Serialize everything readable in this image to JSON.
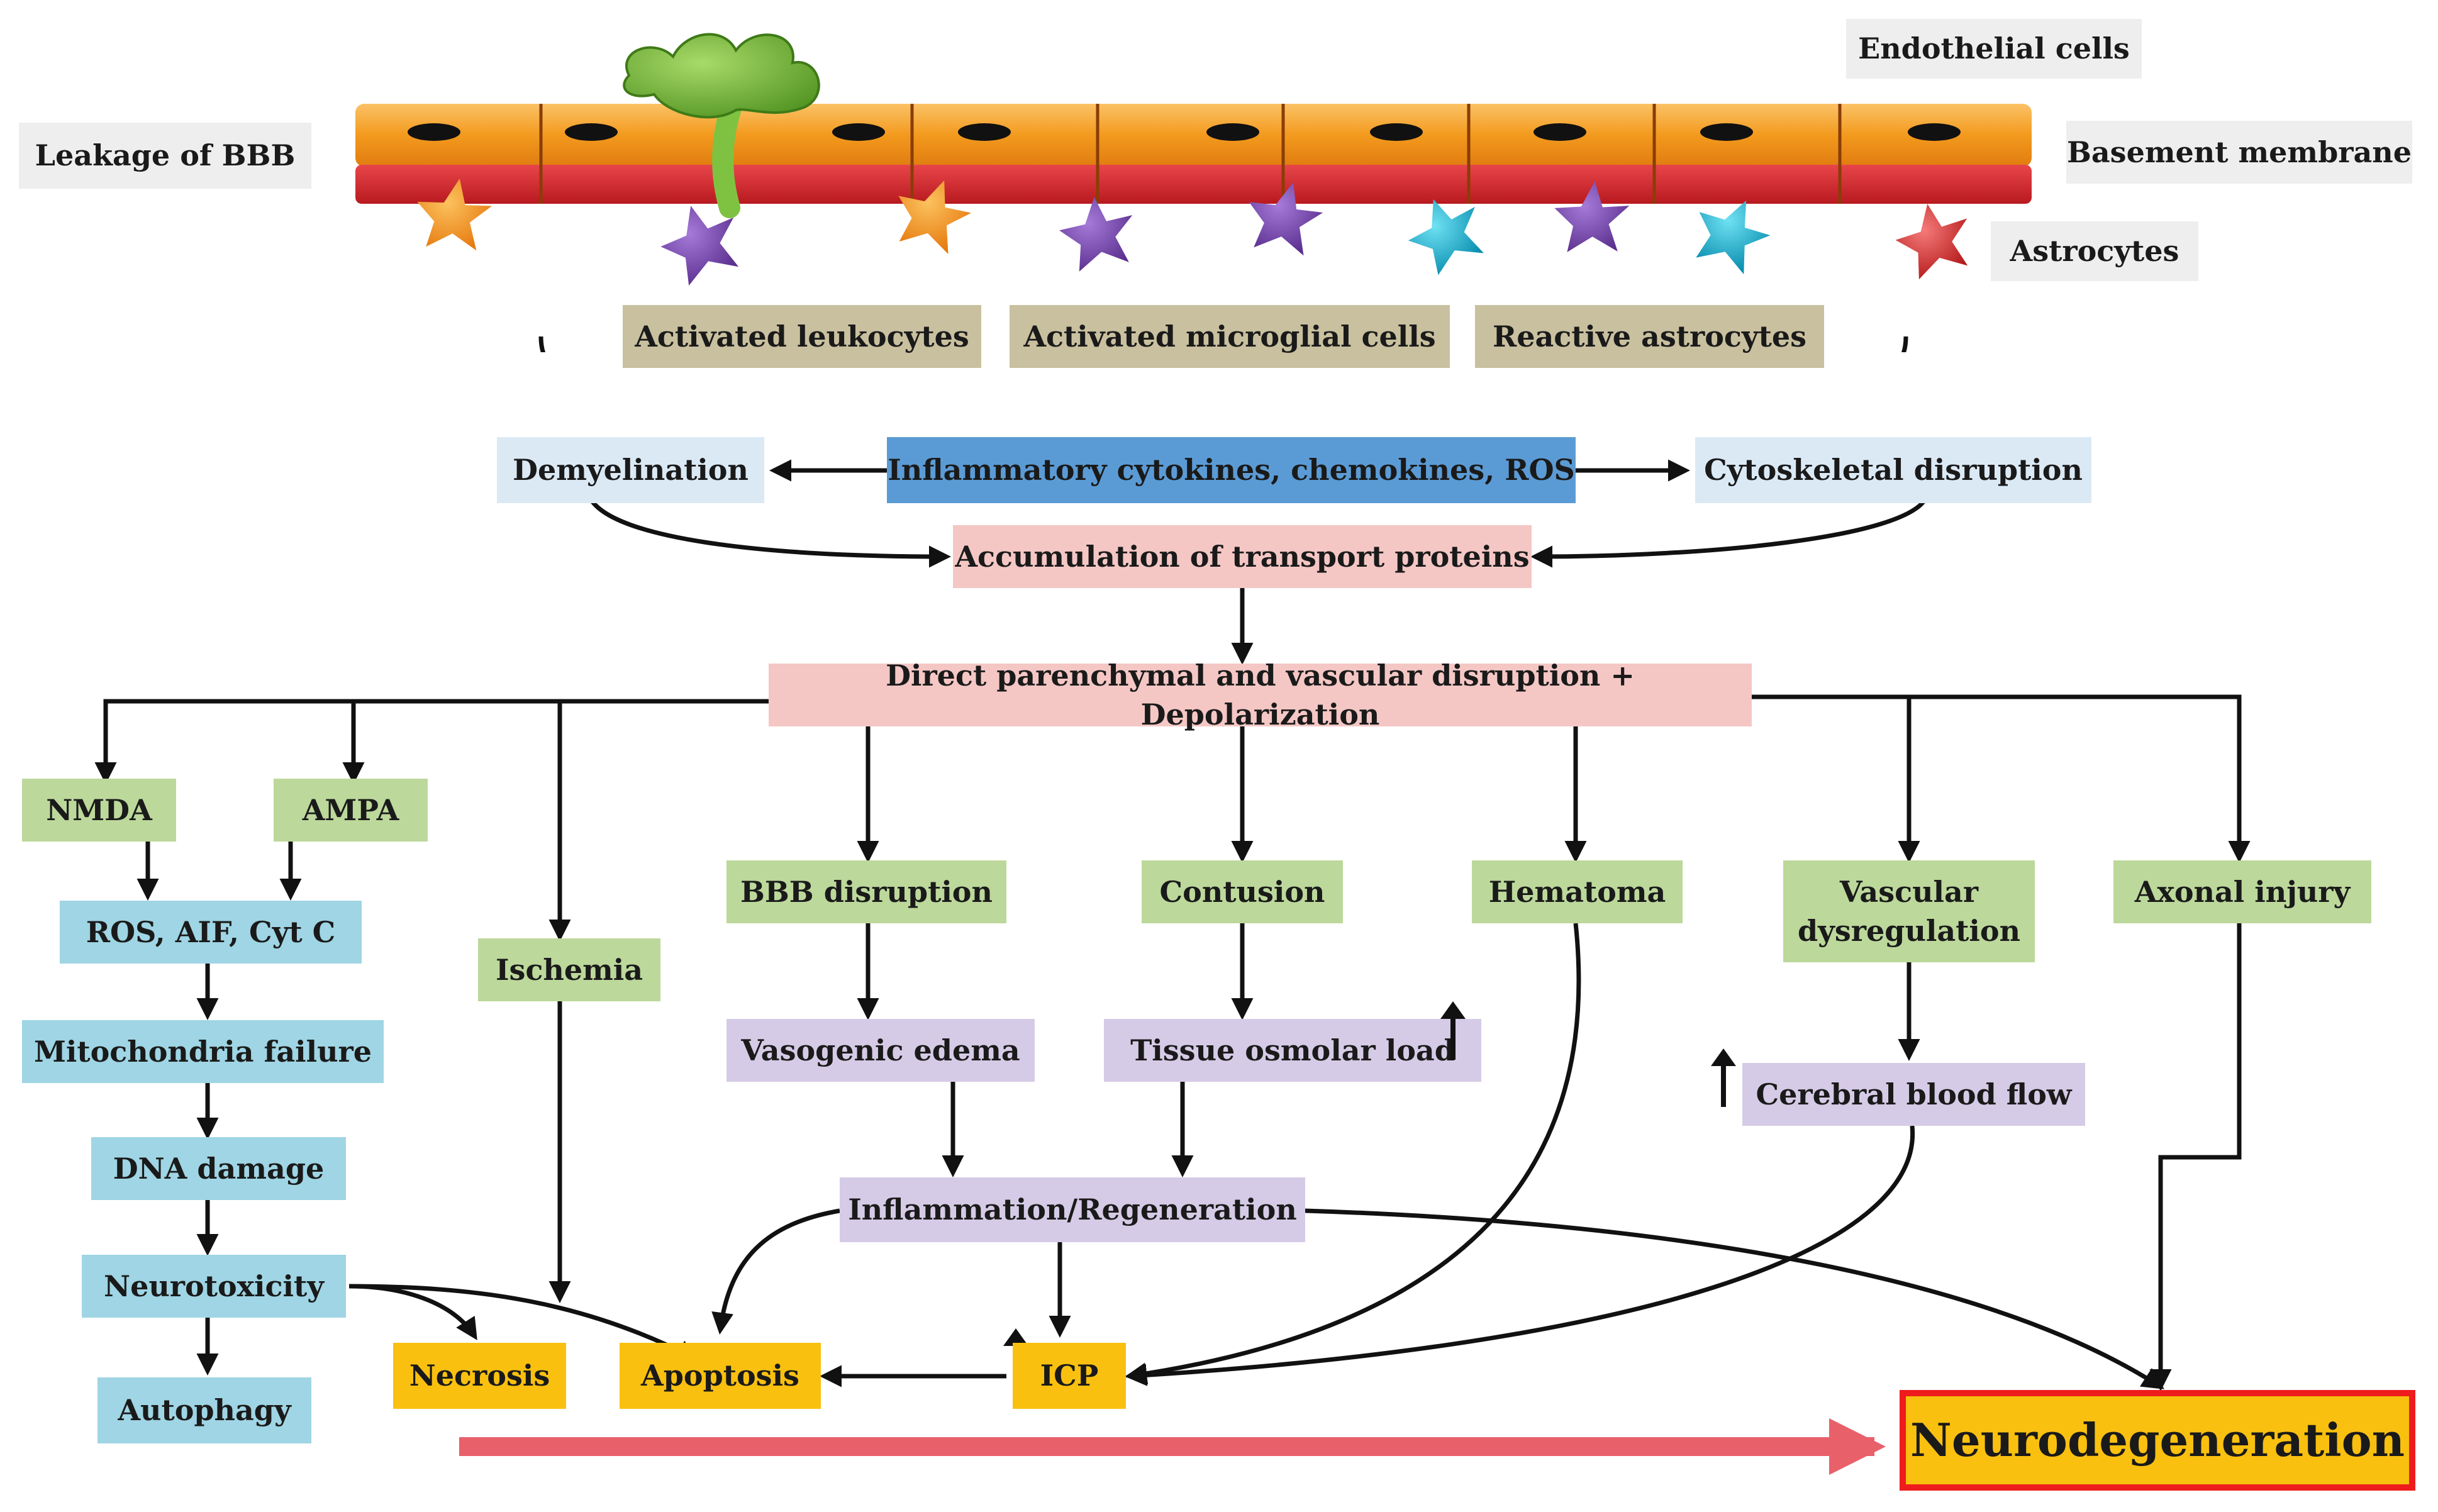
{
  "labels": {
    "endothelial_cells": "Endothelial cells",
    "basement_membrane": "Basement membrane",
    "astrocytes": "Astrocytes",
    "leakage_bbb": "Leakage of BBB"
  },
  "activated": {
    "leukocytes": "Activated leukocytes",
    "microglial": "Activated microglial cells",
    "astrocytes": "Reactive astrocytes"
  },
  "flow": {
    "demyelination": "Demyelination",
    "inflammatory": "Inflammatory cytokines, chemokines, ROS",
    "cytoskeletal": "Cytoskeletal disruption",
    "accumulation": "Accumulation of transport proteins",
    "direct": "Direct parenchymal and vascular disruption + Depolarization"
  },
  "left": {
    "nmda": "NMDA",
    "ampa": "AMPA",
    "ros": "ROS, AIF, Cyt C",
    "mito": "Mitochondria failure",
    "dna": "DNA damage",
    "neurotox": "Neurotoxicity",
    "autophagy": "Autophagy"
  },
  "middle": {
    "ischemia": "Ischemia",
    "bbb_disruption": "BBB disruption",
    "contusion": "Contusion",
    "hematoma": "Hematoma",
    "vascular_1": "Vascular",
    "vascular_2": "dysregulation",
    "axonal": "Axonal injury",
    "vasogenic": "Vasogenic edema",
    "tissue": "Tissue osmolar load",
    "cerebral": "Cerebral blood flow",
    "inflammation": "Inflammation/Regeneration"
  },
  "outcomes": {
    "necrosis": "Necrosis",
    "apoptosis": "Apoptosis",
    "icp": "ICP",
    "neuro": "Neurodegeneration"
  },
  "colors": {
    "endothelium_orange": "#f39a1e",
    "basement_red": "#d9262b",
    "leukocyte_green": "#7fc241",
    "astro_orange": "#f7901e",
    "astro_purple": "#7a4bb0",
    "astro_cyan": "#1fb9d8",
    "astro_red": "#e02b2b",
    "progress_arrow": "#e8606a"
  }
}
